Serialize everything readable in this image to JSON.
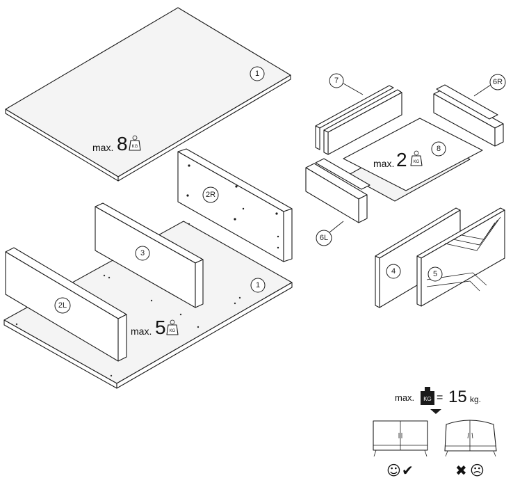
{
  "parts": {
    "p1_top": "1",
    "p1_bottom": "1",
    "p2r": "2R",
    "p2l": "2L",
    "p3": "3",
    "p4": "4",
    "p5": "5",
    "p6r": "6R",
    "p6l": "6L",
    "p7": "7",
    "p8": "8"
  },
  "loads": {
    "top": {
      "prefix": "max.",
      "value": "8"
    },
    "shelf": {
      "prefix": "max.",
      "value": "5"
    },
    "drawer": {
      "prefix": "max.",
      "value": "2"
    },
    "weight_icon_label": "KG",
    "total": {
      "prefix": "max.",
      "eq": "=",
      "value": "15",
      "unit": "kg."
    }
  },
  "icons": {
    "weight": "weight-kg-icon",
    "happy": "happy-face-icon",
    "check": "check-mark-icon",
    "cross": "cross-mark-icon",
    "sad": "sad-face-icon",
    "arrow": "down-arrow-icon"
  },
  "symbols": {
    "check": "✔",
    "cross": "✖",
    "happy": "☺",
    "sad": "☹"
  }
}
